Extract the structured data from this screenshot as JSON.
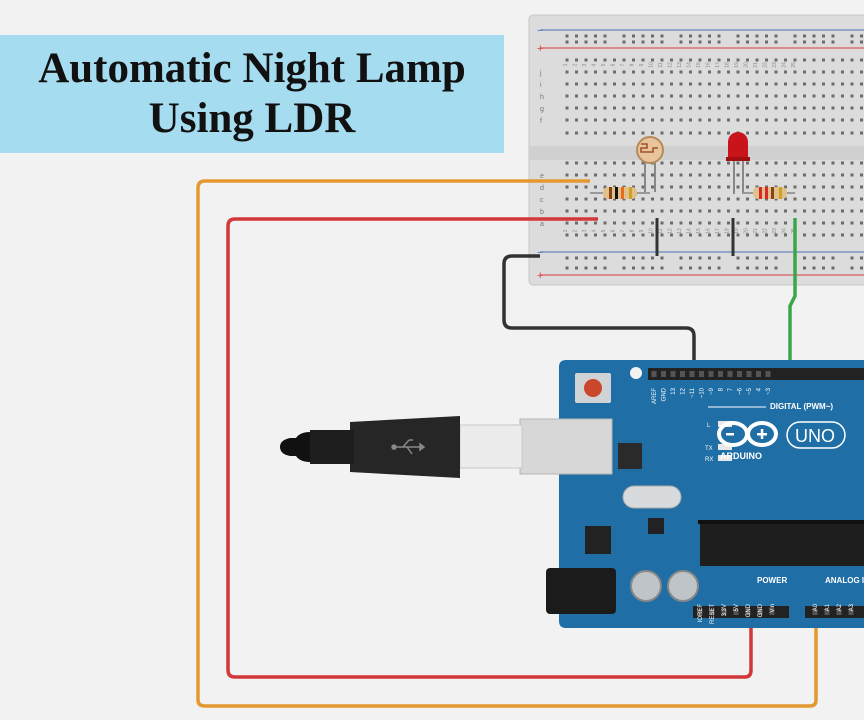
{
  "title": {
    "line1": "Automatic Night Lamp",
    "line2": "Using LDR"
  },
  "breadboard": {
    "row_letters": [
      "j",
      "i",
      "h",
      "g",
      "f",
      "e",
      "d",
      "c",
      "b",
      "a"
    ],
    "column_numbers": [
      "1",
      "2",
      "3",
      "4",
      "5",
      "6",
      "7",
      "8",
      "9",
      "10",
      "11",
      "12",
      "13",
      "14",
      "15",
      "16",
      "17",
      "18",
      "19",
      "20",
      "21",
      "22",
      "23",
      "24",
      "25"
    ],
    "rail_plus": "+",
    "rail_minus": "−"
  },
  "arduino": {
    "brand": "ARDUINO",
    "model": "UNO",
    "digital_label": "DIGITAL (PWM~)",
    "digital_pins": [
      "AREF",
      "GND",
      "13",
      "12",
      "~11",
      "~10",
      "~9",
      "8",
      "7",
      "~6",
      "~5",
      "4",
      "~3"
    ],
    "power_label": "POWER",
    "power_pins": [
      "IOREF",
      "RESET",
      "3.3V",
      "5V",
      "GND",
      "GND",
      "Vin"
    ],
    "analog_label": "ANALOG IN",
    "analog_pins": [
      "A0",
      "A1",
      "A2",
      "A3"
    ],
    "led_labels": [
      "L",
      "TX",
      "RX"
    ]
  },
  "colors": {
    "board_blue": "#1f6ea5",
    "wire_orange": "#e3992f",
    "wire_red": "#d2373a",
    "wire_green": "#3aa64a",
    "wire_black": "#333333",
    "led_red": "#c8141a",
    "title_bg": "#a6dcef"
  },
  "icons": [
    "usb-icon",
    "arduino-infinity-logo-icon"
  ]
}
